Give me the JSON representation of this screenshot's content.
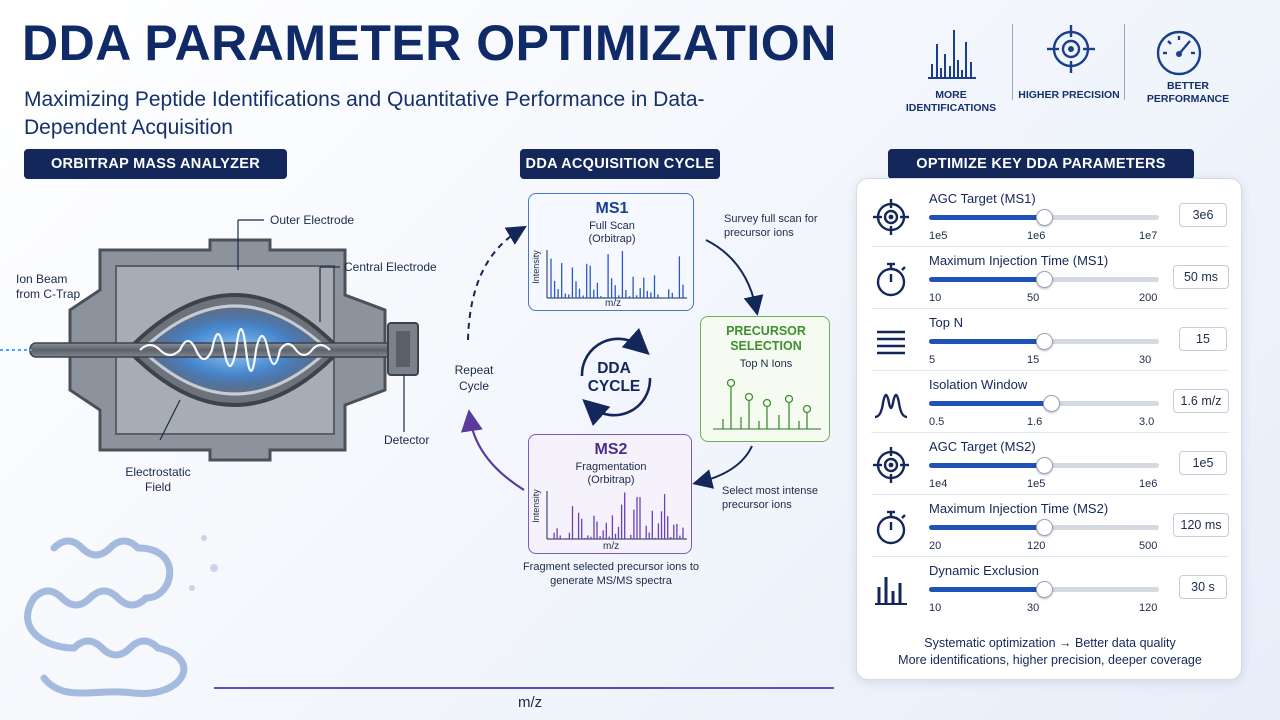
{
  "header": {
    "title": "DDA PARAMETER OPTIMIZATION",
    "subtitle": "Maximizing Peptide Identifications and Quantitative Performance in Data-Dependent Acquisition"
  },
  "benefits": [
    {
      "icon": "spectrum-icon",
      "label": "MORE IDENTIFICATIONS"
    },
    {
      "icon": "target-icon",
      "label": "HIGHER PRECISION"
    },
    {
      "icon": "gauge-icon",
      "label": "BETTER PERFORMANCE"
    }
  ],
  "orbitrap": {
    "heading": "ORBITRAP MASS ANALYZER",
    "outer_electrode": "Outer Electrode",
    "central_electrode": "Central Electrode",
    "ion_beam": "Ion Beam from C-Trap",
    "detector": "Detector",
    "field": "Electrostatic Field"
  },
  "cycle": {
    "heading": "DDA ACQUISITION CYCLE",
    "center": "DDA CYCLE",
    "repeat": "Repeat Cycle",
    "ms1": {
      "title": "MS1",
      "sub": "Full Scan (Orbitrap)",
      "ylabel": "Intensity",
      "xlabel": "m/z",
      "note": "Survey full scan for precursor ions"
    },
    "precursor": {
      "title": "PRECURSOR SELECTION",
      "sub": "Top N Ions",
      "note": "Select most intense precursor ions"
    },
    "ms2": {
      "title": "MS2",
      "sub": "Fragmentation (Orbitrap)",
      "ylabel": "Intensity",
      "xlabel": "m/z",
      "note": "Fragment selected precursor ions to generate MS/MS spectra"
    }
  },
  "spectrum_xlabel": "m/z",
  "params": {
    "heading": "OPTIMIZE KEY DDA PARAMETERS",
    "items": [
      {
        "name": "AGC Target (MS1)",
        "icon": "target-icon",
        "ticks": [
          "1e5",
          "1e6",
          "1e7"
        ],
        "value": "3e6",
        "level": 0.5
      },
      {
        "name": "Maximum Injection Time (MS1)",
        "icon": "stopwatch-icon",
        "ticks": [
          "10",
          "50",
          "200"
        ],
        "value": "50 ms",
        "level": 0.5
      },
      {
        "name": "Top N",
        "icon": "list-icon",
        "ticks": [
          "5",
          "15",
          "30"
        ],
        "value": "15",
        "level": 0.5
      },
      {
        "name": "Isolation Window",
        "icon": "peak-icon",
        "ticks": [
          "0.5",
          "1.6",
          "3.0"
        ],
        "value": "1.6 m/z",
        "level": 0.53
      },
      {
        "name": "AGC Target (MS2)",
        "icon": "target-icon",
        "ticks": [
          "1e4",
          "1e5",
          "1e6"
        ],
        "value": "1e5",
        "level": 0.5
      },
      {
        "name": "Maximum Injection Time (MS2)",
        "icon": "stopwatch-icon",
        "ticks": [
          "20",
          "120",
          "500"
        ],
        "value": "120 ms",
        "level": 0.5
      },
      {
        "name": "Dynamic Exclusion",
        "icon": "bar-chart-icon",
        "ticks": [
          "10",
          "30",
          "120"
        ],
        "value": "30 s",
        "level": 0.5
      }
    ],
    "footer_line1": "Systematic optimization → Better data quality",
    "footer_line2": "More identifications, higher precision, deeper coverage"
  },
  "colors": {
    "navy": "#13275a",
    "blue": "#1f52b6",
    "green": "#3f8f2f",
    "purple": "#5a3a9a"
  }
}
